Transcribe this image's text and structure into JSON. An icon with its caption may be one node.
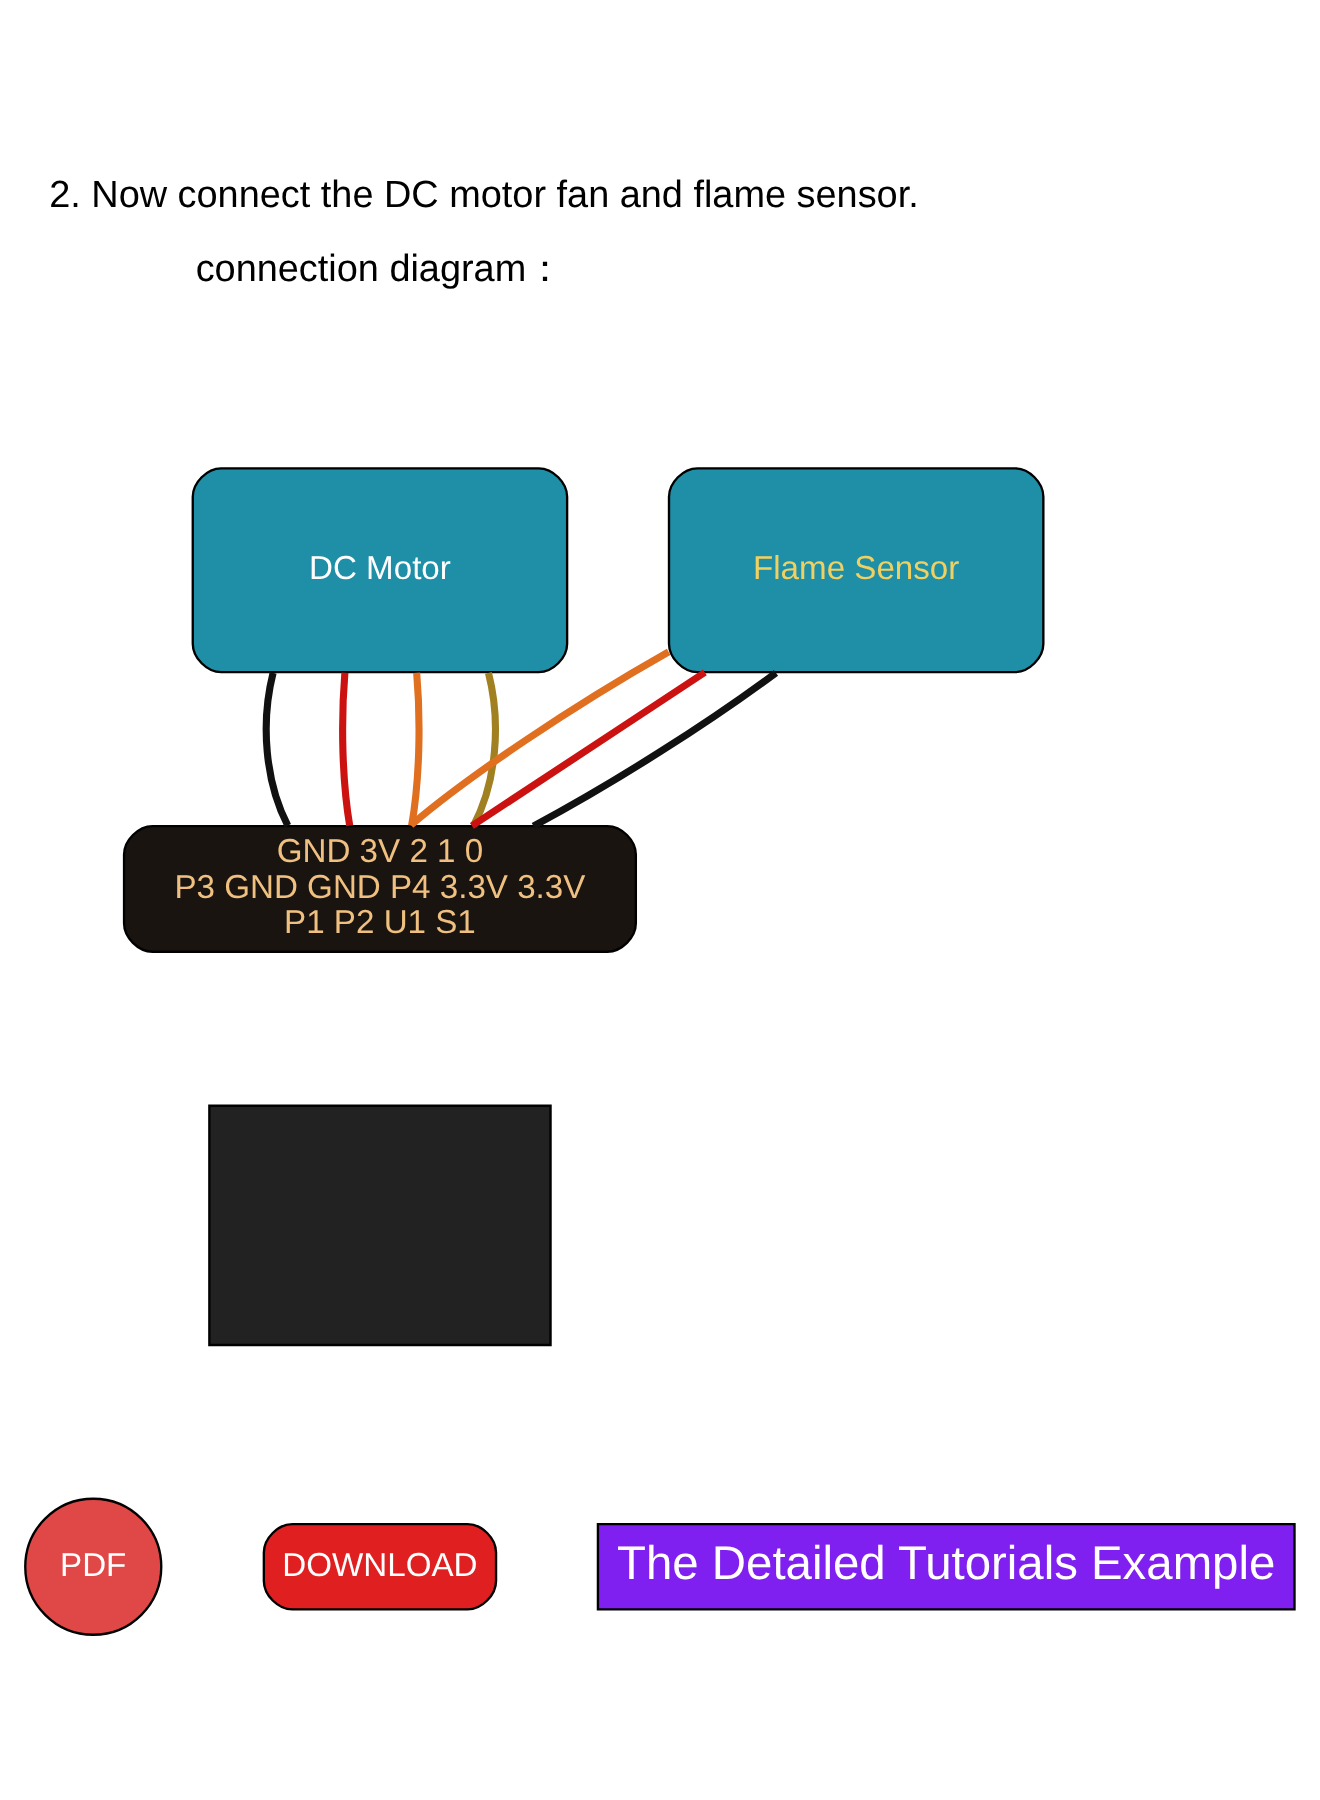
{
  "diagram": {
    "title": "2. Now connect the DC motor fan and flame sensor.",
    "nodes": [
      {
        "text": [
          "DC Motor"
        ]
      },
      {
        "text": [
          "Flame Sensor"
        ]
      },
      {
        "text": [
          "GND",
          "3V",
          "2",
          "1",
          "0",
          "P3",
          "GND",
          "GND",
          "P4",
          "3.3V",
          "3.3V",
          "P1",
          "P2",
          "U1",
          "S1"
        ]
      },
      {
        "text": [],
        "shape": "box"
      }
    ],
    "edges": [
      {
        "from": 0,
        "to": 2,
        "arrow": "none",
        "color": "#111111"
      },
      {
        "from": 0,
        "to": 2,
        "arrow": "none",
        "color": "#cc1111"
      },
      {
        "from": 0,
        "to": 2,
        "arrow": "none",
        "color": "#e07020"
      },
      {
        "from": 0,
        "to": 2,
        "arrow": "none",
        "color": "#a08020"
      },
      {
        "from": 1,
        "to": 2,
        "arrow": "none",
        "color": "#e07020"
      },
      {
        "from": 1,
        "to": 2,
        "arrow": "none",
        "color": "#cc1111"
      },
      {
        "from": 1,
        "to": 2,
        "arrow": "none",
        "color": "#111111"
      }
    ],
    "labels": [
      "connection diagram：",
      "PDF",
      "DOWNLOAD",
      "The Detailed Tutorials Example"
    ]
  }
}
